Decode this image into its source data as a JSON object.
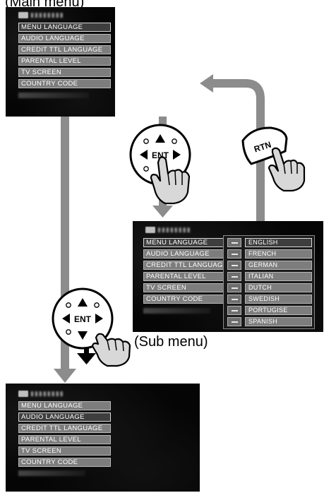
{
  "captions": {
    "main_menu": "(Main menu)",
    "sub_menu": "(Sub menu)"
  },
  "menu_items": [
    "MENU   LANGUAGE",
    "AUDIO   LANGUAGE",
    "CREDIT TTL LANGUAGE",
    "PARENTAL  LEVEL",
    "TV  SCREEN",
    "COUNTRY  CODE"
  ],
  "screens": {
    "main": {
      "selected_index": 0
    },
    "sub": {
      "selected_index": 0
    },
    "result": {
      "selected_index": 1
    }
  },
  "sub_menu_items": [
    "ENGLISH",
    "FRENCH",
    "GERMAN",
    "ITALIAN",
    "DUTCH",
    "SWEDISH",
    "PORTUGISE",
    "SPANISH"
  ],
  "buttons": {
    "enter": "ENT",
    "return": "RTN"
  },
  "colors": {
    "screen_bg": "#050505",
    "menu_item_bg": "#7d7d7d",
    "menu_item_selected_bg": "#3e3e3e",
    "arrow_fill": "#8c8c8c"
  },
  "icons": {
    "remote_pad": "directional-pad-icon",
    "pressing_hand": "pointing-hand-icon",
    "flow_arrow": "flow-arrow-icon"
  }
}
